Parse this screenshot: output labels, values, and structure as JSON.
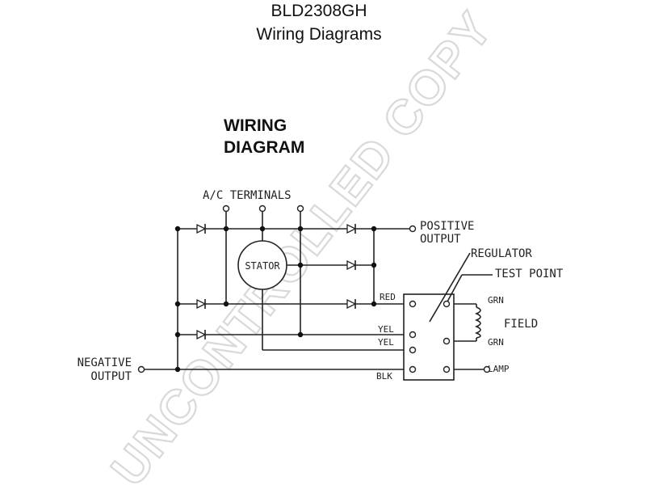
{
  "header": {
    "part_number": "BLD2308GH",
    "subtitle": "Wiring Diagrams"
  },
  "diagram": {
    "heading_line1": "WIRING",
    "heading_line2": "DIAGRAM",
    "ac_terminals": "A/C TERMINALS",
    "positive_line1": "POSITIVE",
    "positive_line2": "OUTPUT",
    "regulator": "REGULATOR",
    "test_point": "TEST POINT",
    "stator": "STATOR",
    "negative_line1": "NEGATIVE",
    "negative_line2": "OUTPUT",
    "field": "FIELD",
    "wires": {
      "red": "RED",
      "yel_1": "YEL",
      "yel_2": "YEL",
      "blk": "BLK",
      "grn_top": "GRN",
      "grn_bottom": "GRN",
      "lamp": "LAMP"
    }
  },
  "watermark": "UNCONTROLLED COPY"
}
